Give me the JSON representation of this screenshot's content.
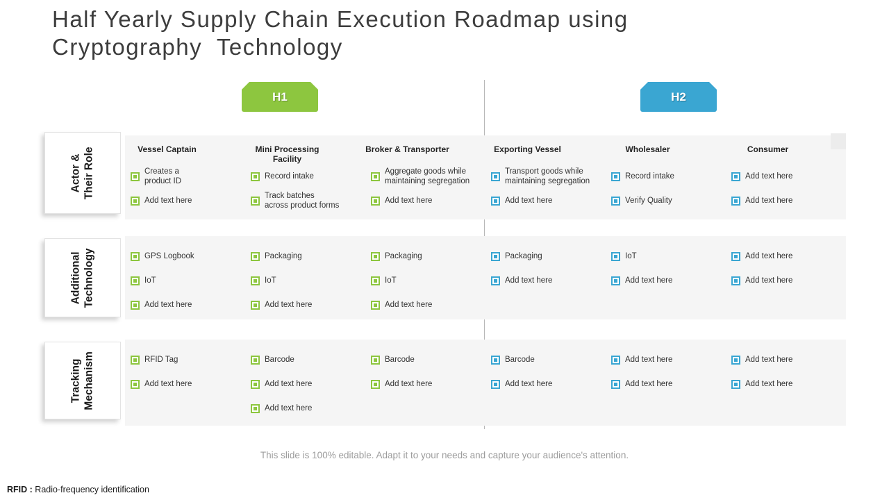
{
  "title": "Half Yearly Supply Chain Execution Roadmap using\nCryptography  Technology",
  "colors": {
    "h1_green": "#8dc63f",
    "h2_blue": "#3aa6d2",
    "band_bg": "#f5f5f5"
  },
  "halves": [
    {
      "label": "H1",
      "color": "#8dc63f"
    },
    {
      "label": "H2",
      "color": "#3aa6d2"
    }
  ],
  "columns": [
    {
      "header": "Vessel Captain",
      "half": 0
    },
    {
      "header": "Mini Processing Facility",
      "half": 0
    },
    {
      "header": "Broker & Transporter",
      "half": 0
    },
    {
      "header": "Exporting Vessel",
      "half": 1
    },
    {
      "header": "Wholesaler",
      "half": 1
    },
    {
      "header": "Consumer",
      "half": 1
    }
  ],
  "sections": [
    {
      "label": "Actor &\nTheir Role",
      "cells": [
        [
          "Creates a\nproduct ID",
          "Add text here"
        ],
        [
          "Record intake",
          "Track batches\nacross product forms"
        ],
        [
          "Aggregate goods while\nmaintaining segregation",
          "Add text here"
        ],
        [
          "Transport goods while\nmaintaining segregation",
          "Add text here"
        ],
        [
          "Record intake",
          "Verify Quality"
        ],
        [
          "Add text here",
          "Add text here"
        ]
      ]
    },
    {
      "label": "Additional\nTechnology",
      "cells": [
        [
          "GPS Logbook",
          "IoT",
          "Add text here"
        ],
        [
          "Packaging",
          "IoT",
          "Add text here"
        ],
        [
          "Packaging",
          "IoT",
          "Add text here"
        ],
        [
          "Packaging",
          "Add text here"
        ],
        [
          "IoT",
          "Add text here"
        ],
        [
          "Add text here",
          "Add text here"
        ]
      ]
    },
    {
      "label": "Tracking\nMechanism",
      "cells": [
        [
          "RFID Tag",
          "Add text here"
        ],
        [
          "Barcode",
          "Add text here",
          "Add text here"
        ],
        [
          "Barcode",
          "Add text here"
        ],
        [
          "Barcode",
          "Add text here"
        ],
        [
          "Add text here",
          "Add text here"
        ],
        [
          "Add text here",
          "Add text here"
        ]
      ]
    }
  ],
  "footer": {
    "note": "This slide is 100% editable.  Adapt it to your needs and capture your audience's attention."
  },
  "legend": {
    "term": "RFID :",
    "definition": " Radio-frequency identification"
  }
}
